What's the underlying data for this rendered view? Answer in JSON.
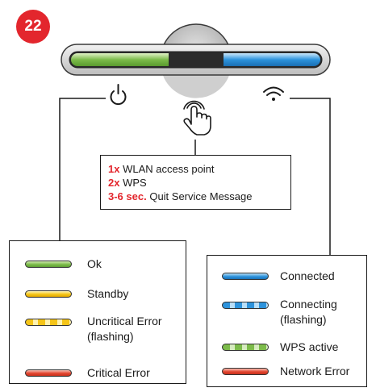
{
  "step_badge": "22",
  "instructions": [
    {
      "count": "1x",
      "text": "WLAN access point"
    },
    {
      "count": "2x",
      "text": "WPS"
    },
    {
      "count": "3-6 sec.",
      "text": "Quit Service Message"
    }
  ],
  "power_legend": [
    {
      "color": "green",
      "label": "Ok"
    },
    {
      "color": "yellow",
      "label": "Standby"
    },
    {
      "color": "yellow-flashing",
      "label": "Uncritical Error\n(flashing)"
    },
    {
      "color": "red",
      "label": "Critical Error"
    }
  ],
  "wifi_legend": [
    {
      "color": "blue",
      "label": "Connected"
    },
    {
      "color": "blue-flashing",
      "label": "Connecting\n(flashing)"
    },
    {
      "color": "green-flashing",
      "label": "WPS active"
    },
    {
      "color": "red",
      "label": "Network Error"
    }
  ],
  "colors": {
    "accent_red": "#e3262d",
    "led_green": "#7cbb4a",
    "led_blue": "#2d93dc",
    "led_yellow": "#f5c518",
    "led_red": "#e2452f"
  },
  "icons": [
    "power-icon",
    "touch-icon",
    "wifi-icon"
  ]
}
